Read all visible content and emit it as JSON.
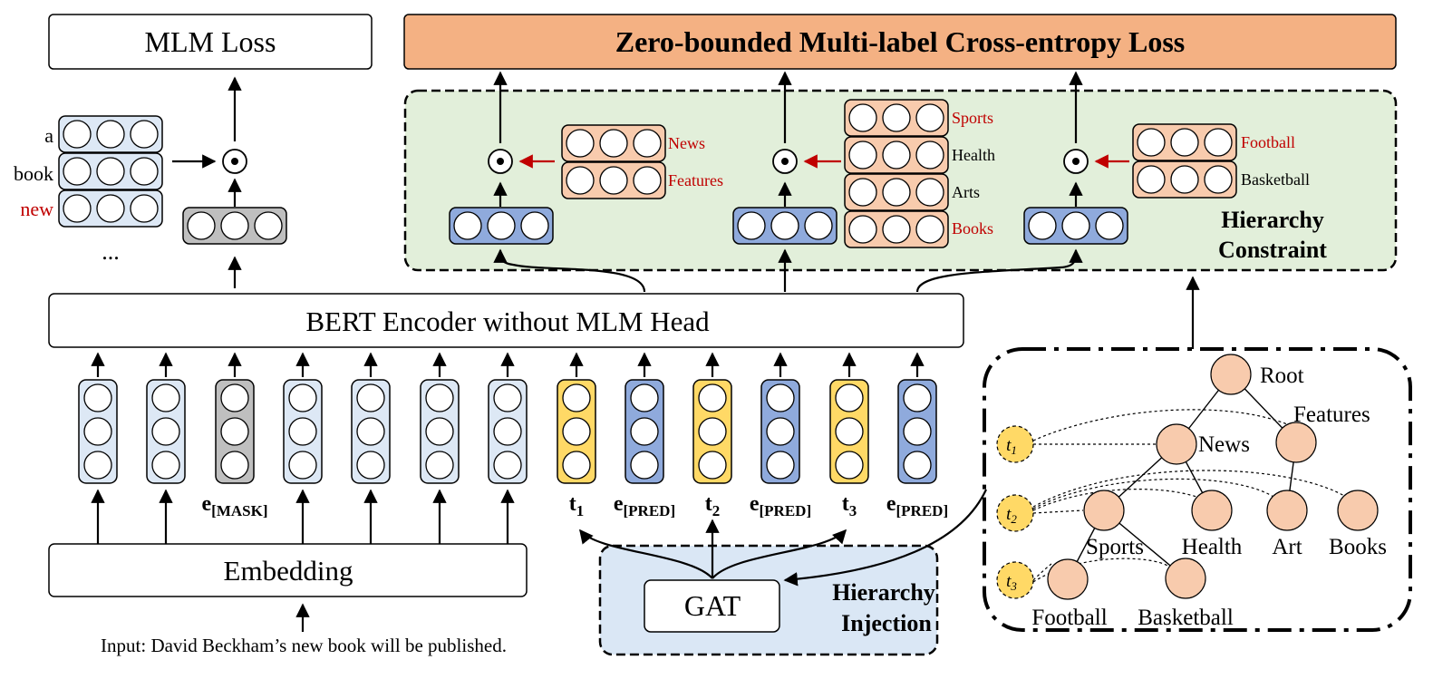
{
  "top": {
    "mlm_loss": "MLM Loss",
    "zero_loss": "Zero-bounded Multi-label Cross-entropy Loss"
  },
  "vocab": {
    "a": "a",
    "book": "book",
    "new": "new",
    "ellipsis": "..."
  },
  "constraint": {
    "title_line1": "Hierarchy",
    "title_line2": "Constraint",
    "group1": [
      "News",
      "Features"
    ],
    "group2": [
      "Sports",
      "Health",
      "Arts",
      "Books"
    ],
    "group3": [
      "Football",
      "Basketball"
    ]
  },
  "encoder": {
    "label": "BERT Encoder without MLM Head"
  },
  "embedding": {
    "label": "Embedding"
  },
  "input_text": "Input: David Beckham’s new book will be published.",
  "tokens": {
    "e_mask": {
      "base": "e",
      "sub": "[MASK]"
    },
    "t1": {
      "base": "t",
      "sub": "1"
    },
    "t2": {
      "base": "t",
      "sub": "2"
    },
    "t3": {
      "base": "t",
      "sub": "3"
    },
    "e_pred": {
      "base": "e",
      "sub": "[PRED]"
    }
  },
  "injection": {
    "gat": "GAT",
    "title_line1": "Hierarchy",
    "title_line2": "Injection"
  },
  "tree": {
    "root": "Root",
    "news": "News",
    "features": "Features",
    "sports": "Sports",
    "health": "Health",
    "art": "Art",
    "books": "Books",
    "football": "Football",
    "basketball": "Basketball",
    "t1": {
      "base": "t",
      "sub": "1"
    },
    "t2": {
      "base": "t",
      "sub": "2"
    },
    "t3": {
      "base": "t",
      "sub": "3"
    }
  },
  "colors": {
    "light_blue": "#dde8f5",
    "mid_blue": "#8faadc",
    "yellow": "#ffd966",
    "gray": "#bfbfbf",
    "salmon": "#f4b183",
    "peach": "#f8cbad",
    "green_bg": "#e2efda",
    "blue_bg": "#dae7f5",
    "red": "#c00000"
  }
}
